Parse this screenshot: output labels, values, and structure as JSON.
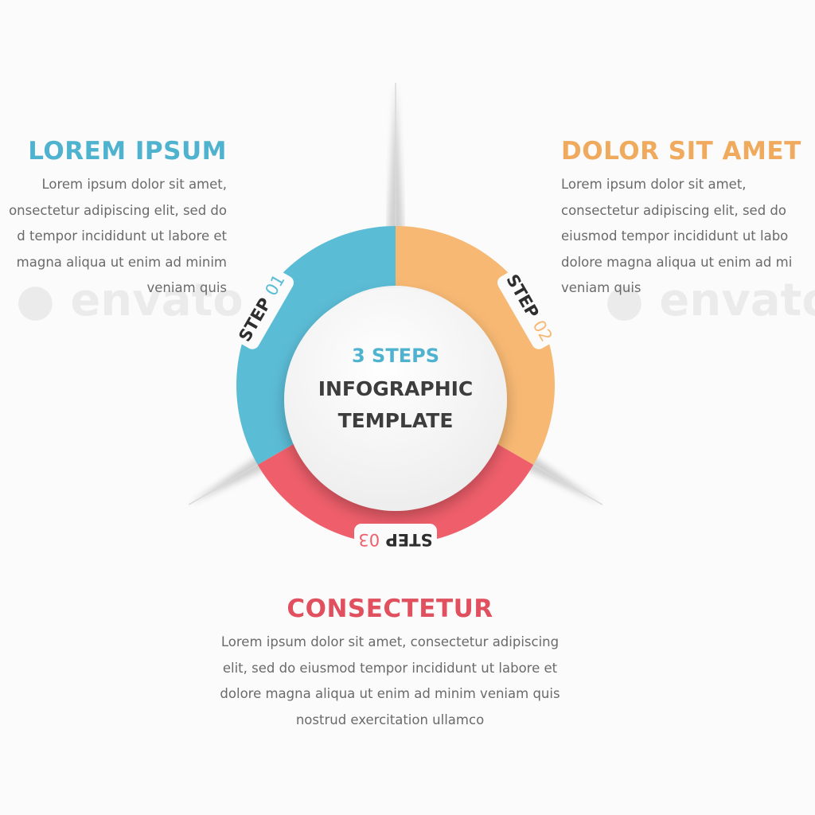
{
  "center": {
    "line1": "3 STEPS",
    "line2": "INFOGRAPHIC",
    "line3": "TEMPLATE"
  },
  "steps": [
    {
      "word": "STEP",
      "number": "01",
      "color": "#5bbcd6",
      "title": "LOREM IPSUM",
      "title_color": "#4fb3cf",
      "body": [
        "Lorem ipsum dolor sit amet,",
        "onsectetur adipiscing elit, sed do",
        "d tempor incididunt ut labore et",
        "magna aliqua ut enim ad minim",
        "veniam quis"
      ]
    },
    {
      "word": "STEP",
      "number": "02",
      "color": "#f7b873",
      "title": "DOLOR SIT AMET",
      "title_color": "#f0aa5e",
      "body": [
        "Lorem ipsum dolor sit amet,",
        "consectetur adipiscing elit, sed do",
        "eiusmod tempor incididunt ut labo",
        "dolore magna aliqua ut enim ad mi",
        "veniam quis"
      ]
    },
    {
      "word": "STEP",
      "number": "03",
      "color": "#ef5f6b",
      "title": "CONSECTETUR",
      "title_color": "#e0505f",
      "body": [
        "Lorem ipsum dolor sit amet, consectetur adipiscing",
        "elit, sed do eiusmod tempor incididunt ut labore et",
        "dolore magna aliqua ut enim ad minim veniam quis",
        "nostrud exercitation ullamco"
      ]
    }
  ],
  "center_colors": {
    "accent": "#4fb3cf",
    "text": "#3d3d3d"
  },
  "watermark": "envato"
}
